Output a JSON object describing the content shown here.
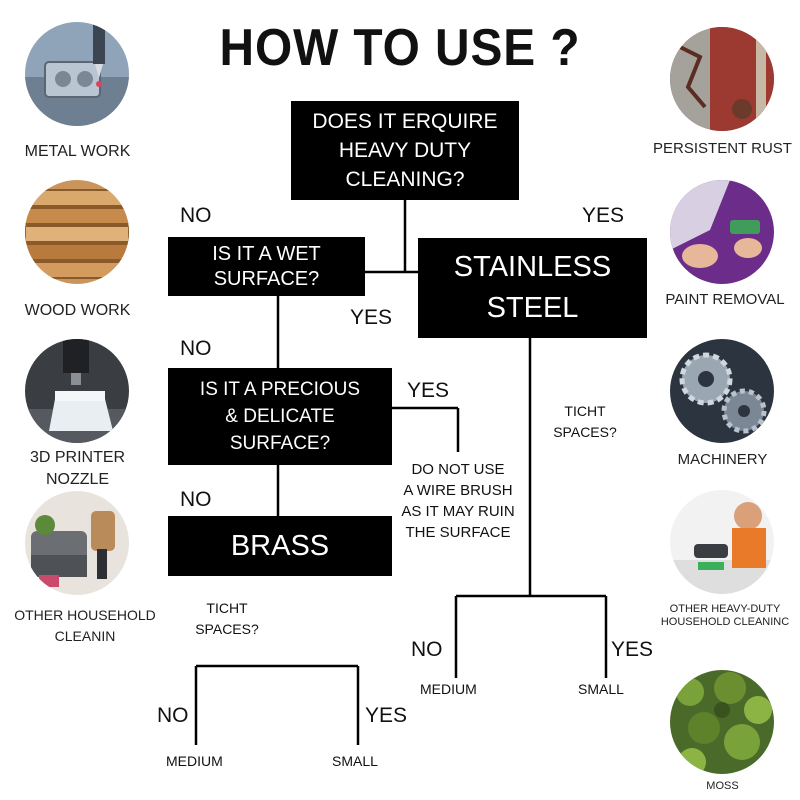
{
  "title": "HOW TO USE ?",
  "questions": {
    "q1": "DOES IT ERQUIRE\nHEAVY DUTY\nCLEANING?",
    "q2": "IS IT A WET\nSURFACE?",
    "q3": "IS IT A PRECIOUS\n& DELICATE\nSURFACE?"
  },
  "results": {
    "stainless": "STAINLESS\nSTEEL",
    "brass": "BRASS",
    "warning": "DO NOT USE\nA WIRE BRUSH\nAS IT MAY RUIN\nTHE SURFACE"
  },
  "labels": {
    "q1_no": "NO",
    "q1_yes": "YES",
    "q2_yes": "YES",
    "q2_no": "NO",
    "q3_yes": "YES",
    "q3_no": "NO",
    "tight_left": "TICHT\nSPACES?",
    "tight_right": "TICHT\nSPACES?",
    "left_no": "NO",
    "left_yes": "YES",
    "left_medium": "MEDIUM",
    "left_small": "SMALL",
    "right_no": "NO",
    "right_yes": "YES",
    "right_medium": "MEDIUM",
    "right_small": "SMALL"
  },
  "applications_left": [
    {
      "label": "METAL WORK",
      "icon": "metal-work-photo"
    },
    {
      "label": "WOOD WORK",
      "icon": "wood-work-photo"
    },
    {
      "label": "3D PRINTER\nNOZZLE",
      "icon": "3d-printer-nozzle-photo"
    },
    {
      "label": "OTHER HOUSEHOLD\nCLEANIN",
      "icon": "household-cleaning-photo"
    }
  ],
  "applications_right": [
    {
      "label": "PERSISTENT RUST",
      "icon": "rust-photo"
    },
    {
      "label": "PAINT REMOVAL",
      "icon": "paint-removal-photo"
    },
    {
      "label": "MACHINERY",
      "icon": "machinery-photo"
    },
    {
      "label": "OTHER HEAVY-DUTY\nHOUSEHOLD CLEANINC",
      "icon": "heavy-duty-cleaning-photo"
    },
    {
      "label": "MOSS",
      "icon": "moss-photo"
    }
  ]
}
